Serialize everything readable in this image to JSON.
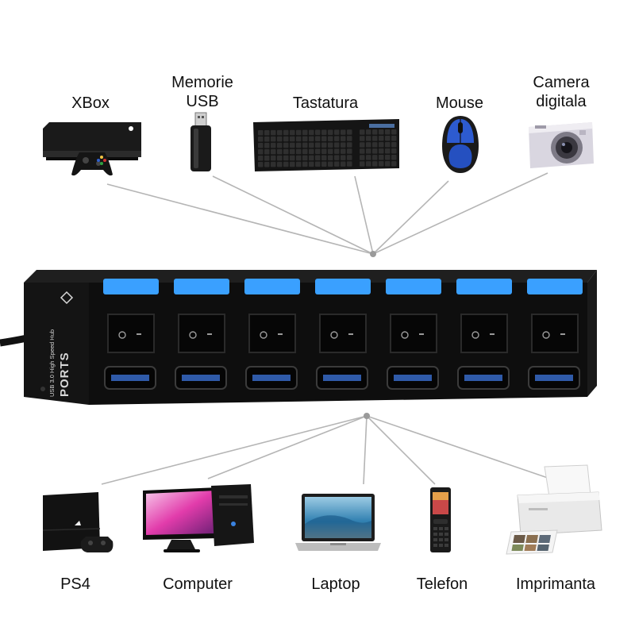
{
  "top_devices": [
    {
      "lines": [
        "XBox"
      ],
      "icon": "xbox-console-icon"
    },
    {
      "lines": [
        "Memorie",
        "USB"
      ],
      "icon": "usb-drive-icon"
    },
    {
      "lines": [
        "Tastatura"
      ],
      "icon": "keyboard-icon"
    },
    {
      "lines": [
        "Mouse"
      ],
      "icon": "mouse-icon"
    },
    {
      "lines": [
        "Camera",
        "digitala"
      ],
      "icon": "camera-icon"
    }
  ],
  "bottom_devices": [
    {
      "lines": [
        "PS4"
      ],
      "icon": "ps4-console-icon"
    },
    {
      "lines": [
        "Computer"
      ],
      "icon": "desktop-computer-icon"
    },
    {
      "lines": [
        "Laptop"
      ],
      "icon": "laptop-icon"
    },
    {
      "lines": [
        "Telefon"
      ],
      "icon": "phone-icon"
    },
    {
      "lines": [
        "Imprimanta"
      ],
      "icon": "printer-icon"
    }
  ],
  "hub": {
    "brand_text": "PORTS",
    "sub_text": "USB 3.0 High Speed Hub",
    "port_count": 7,
    "led_color": "#3aa0ff",
    "body_color": "#111111"
  }
}
